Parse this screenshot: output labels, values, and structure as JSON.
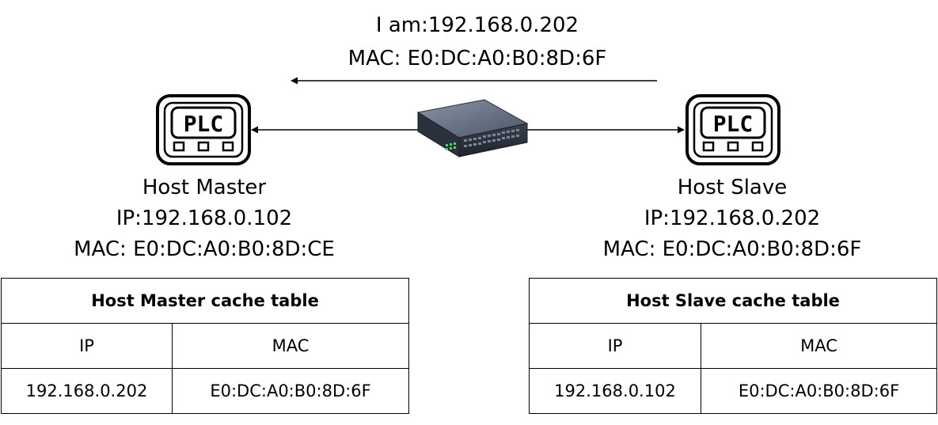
{
  "message": {
    "line1": "I am:192.168.0.202",
    "line2": "MAC: E0:DC:A0:B0:8D:6F"
  },
  "master": {
    "name": "Host Master",
    "ip": "IP:192.168.0.102",
    "mac": "MAC: E0:DC:A0:B0:8D:CE",
    "plc_label": "PLC"
  },
  "slave": {
    "name": "Host Slave",
    "ip": "IP:192.168.0.202",
    "mac": "MAC: E0:DC:A0:B0:8D:6F",
    "plc_label": "PLC"
  },
  "master_table": {
    "title": "Host Master cache table",
    "headers": [
      "IP",
      "MAC"
    ],
    "row": [
      "192.168.0.202",
      "E0:DC:A0:B0:8D:6F"
    ]
  },
  "slave_table": {
    "title": "Host Slave cache table",
    "headers": [
      "IP",
      "MAC"
    ],
    "row": [
      "192.168.0.102",
      "E0:DC:A0:B0:8D:6F"
    ]
  },
  "icons": {
    "master_device": "plc-icon",
    "slave_device": "plc-icon",
    "switch": "network-switch-icon"
  }
}
